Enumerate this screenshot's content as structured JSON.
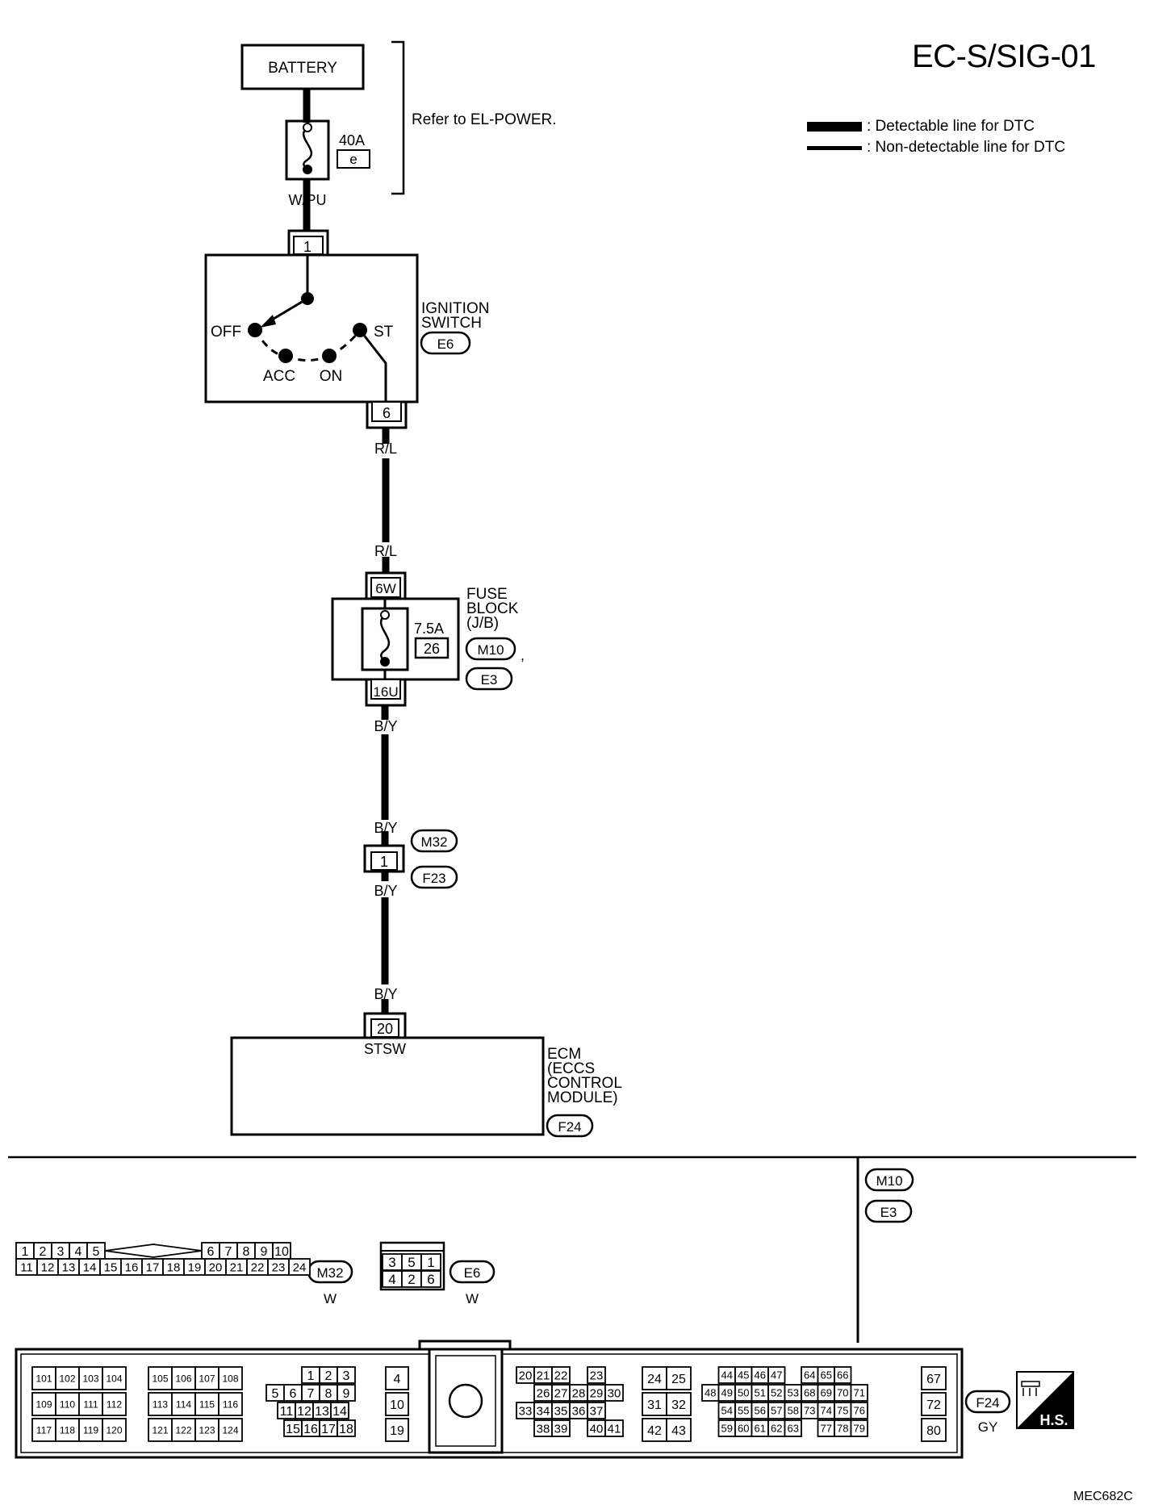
{
  "page": {
    "title": "EC-S/SIG-01",
    "figure_code": "MEC682C"
  },
  "legend": {
    "detectable": ": Detectable line for DTC",
    "non_detectable": ": Non-detectable line for DTC"
  },
  "battery": {
    "label": "BATTERY"
  },
  "fusible_link": {
    "amp": "40A",
    "code": "e",
    "note": "Refer to EL-POWER."
  },
  "wires": {
    "wpu": "W/PU",
    "rl": "R/L",
    "by": "B/Y"
  },
  "ignition_switch": {
    "name_line1": "IGNITION",
    "name_line2": "SWITCH",
    "connector": "E6",
    "terminal_in": "1",
    "terminal_out": "6",
    "positions": {
      "off": "OFF",
      "acc": "ACC",
      "on": "ON",
      "st": "ST"
    }
  },
  "fuse_block": {
    "name_line1": "FUSE",
    "name_line2": "BLOCK",
    "name_line3": "(J/B)",
    "amp": "7.5A",
    "number": "26",
    "terminal_in": "6W",
    "terminal_out": "16U",
    "connector1": "M10",
    "connector2": "E3",
    "sep": ","
  },
  "joint": {
    "terminal": "1",
    "connector_top": "M32",
    "connector_bottom": "F23"
  },
  "ecm": {
    "terminal": "20",
    "signal": "STSW",
    "name_line1": "ECM",
    "name_line2": "(ECCS",
    "name_line3": "CONTROL",
    "name_line4": "MODULE)",
    "connector": "F24"
  },
  "connector_views": {
    "divider_tags": [
      "M10",
      "E3"
    ],
    "m32": {
      "id": "M32",
      "color": "W",
      "top_left": [
        "1",
        "2",
        "3",
        "4",
        "5"
      ],
      "top_right": [
        "6",
        "7",
        "8",
        "9",
        "10"
      ],
      "bottom": [
        "11",
        "12",
        "13",
        "14",
        "15",
        "16",
        "17",
        "18",
        "19",
        "20",
        "21",
        "22",
        "23",
        "24"
      ]
    },
    "e6": {
      "id": "E6",
      "color": "W",
      "top": [
        "3",
        "5",
        "1"
      ],
      "bottom": [
        "4",
        "2",
        "6"
      ]
    },
    "f24": {
      "id": "F24",
      "color": "GY",
      "grp_a": [
        [
          "101",
          "102",
          "103",
          "104"
        ],
        [
          "109",
          "110",
          "111",
          "112"
        ],
        [
          "117",
          "118",
          "119",
          "120"
        ]
      ],
      "grp_b": [
        [
          "105",
          "106",
          "107",
          "108"
        ],
        [
          "113",
          "114",
          "115",
          "116"
        ],
        [
          "121",
          "122",
          "123",
          "124"
        ]
      ],
      "grp_c": [
        [
          "",
          "1",
          "2",
          "3"
        ],
        [
          "5",
          "6",
          "7",
          "8",
          "9"
        ],
        [
          "11",
          "12",
          "13",
          "14"
        ],
        [
          "",
          "15",
          "16",
          "17",
          "18"
        ]
      ],
      "grp_d": [
        "4",
        "10",
        "19"
      ],
      "grp_e": [
        [
          "20",
          "21",
          "22",
          "",
          "23"
        ],
        [
          "",
          "26",
          "27",
          "28",
          "29",
          "30"
        ],
        [
          "33",
          "34",
          "35",
          "36",
          "37"
        ],
        [
          "",
          "38",
          "39",
          "",
          "40",
          "41"
        ]
      ],
      "grp_f": [
        [
          "24",
          "25"
        ],
        [
          "31",
          "32"
        ],
        [
          "42",
          "43"
        ]
      ],
      "grp_g": [
        [
          "",
          "44",
          "45",
          "46",
          "47",
          "",
          "64",
          "65",
          "66"
        ],
        [
          "48",
          "49",
          "50",
          "51",
          "52",
          "53",
          "68",
          "69",
          "70",
          "71"
        ],
        [
          "",
          "54",
          "55",
          "56",
          "57",
          "58",
          "73",
          "74",
          "75",
          "76"
        ],
        [
          "",
          "59",
          "60",
          "61",
          "62",
          "63",
          "",
          "77",
          "78",
          "79"
        ]
      ],
      "grp_h": [
        "67",
        "72",
        "80"
      ],
      "hs_label": "H.S."
    }
  }
}
